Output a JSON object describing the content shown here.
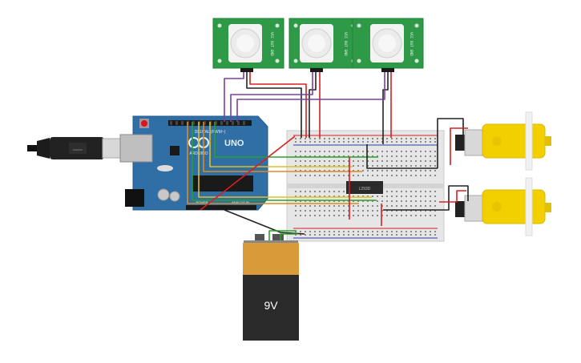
{
  "arduino": {
    "brand": "ARDUINO",
    "model": "UNO",
    "header_label": "DIGITAL (PWM~)",
    "power_label": "POWER",
    "analog_label": "ANALOG IN"
  },
  "pir_sensor": {
    "pin_labels": "VCC OUT GND"
  },
  "breadboard": {
    "chip_label": "L293D"
  },
  "battery": {
    "label": "9V"
  },
  "colors": {
    "arduino_board": "#2f6fa6",
    "pir_pcb": "#2e9a48",
    "motor_body": "#f2d000",
    "battery_top": "#d99a3a",
    "battery_bottom": "#2a2a2a",
    "wire_red": "#d62020",
    "wire_black": "#222222",
    "wire_purple": "#7b3fa0",
    "wire_green": "#2aa02a",
    "wire_orange": "#e08a1c",
    "wire_yellow": "#e0c020"
  },
  "icons": [
    "usb-cable-icon",
    "arduino-logo-icon",
    "dome-lens-icon",
    "gear-motor-icon"
  ]
}
